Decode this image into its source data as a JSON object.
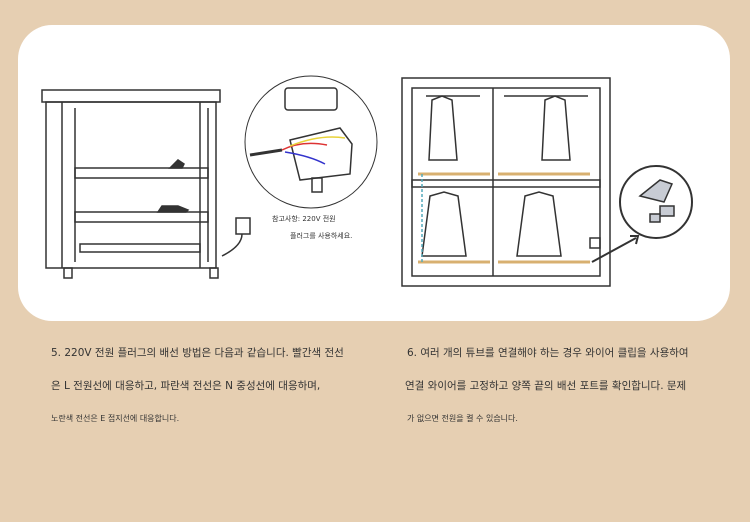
{
  "illustration": {
    "note_line1": "참고사항: 220V 전원",
    "note_line2": "플러그를 사용하세요."
  },
  "step5": {
    "line1": "5. 220V 전원 플러그의 배선 방법은 다음과 같습니다. 빨간색 전선",
    "line2": "은 L 전원선에 대응하고, 파란색 전선은 N 중성선에 대응하며,",
    "line3": "노란색 전선은 E 접지선에 대응합니다."
  },
  "step6": {
    "line1": "6. 여러 개의 튜브를 연결해야 하는 경우 와이어 클립을 사용하여",
    "line2": "연결 와이어를 고정하고 양쪽 끝의 배선 포트를 확인합니다. 문제",
    "line3": "가 없으면 전원을 켤 수 있습니다."
  },
  "colors": {
    "background": "#e6cfb2",
    "wire_red": "#d33",
    "wire_blue": "#33c",
    "wire_yellow": "#e8d23a",
    "tube": "#d8b070"
  }
}
